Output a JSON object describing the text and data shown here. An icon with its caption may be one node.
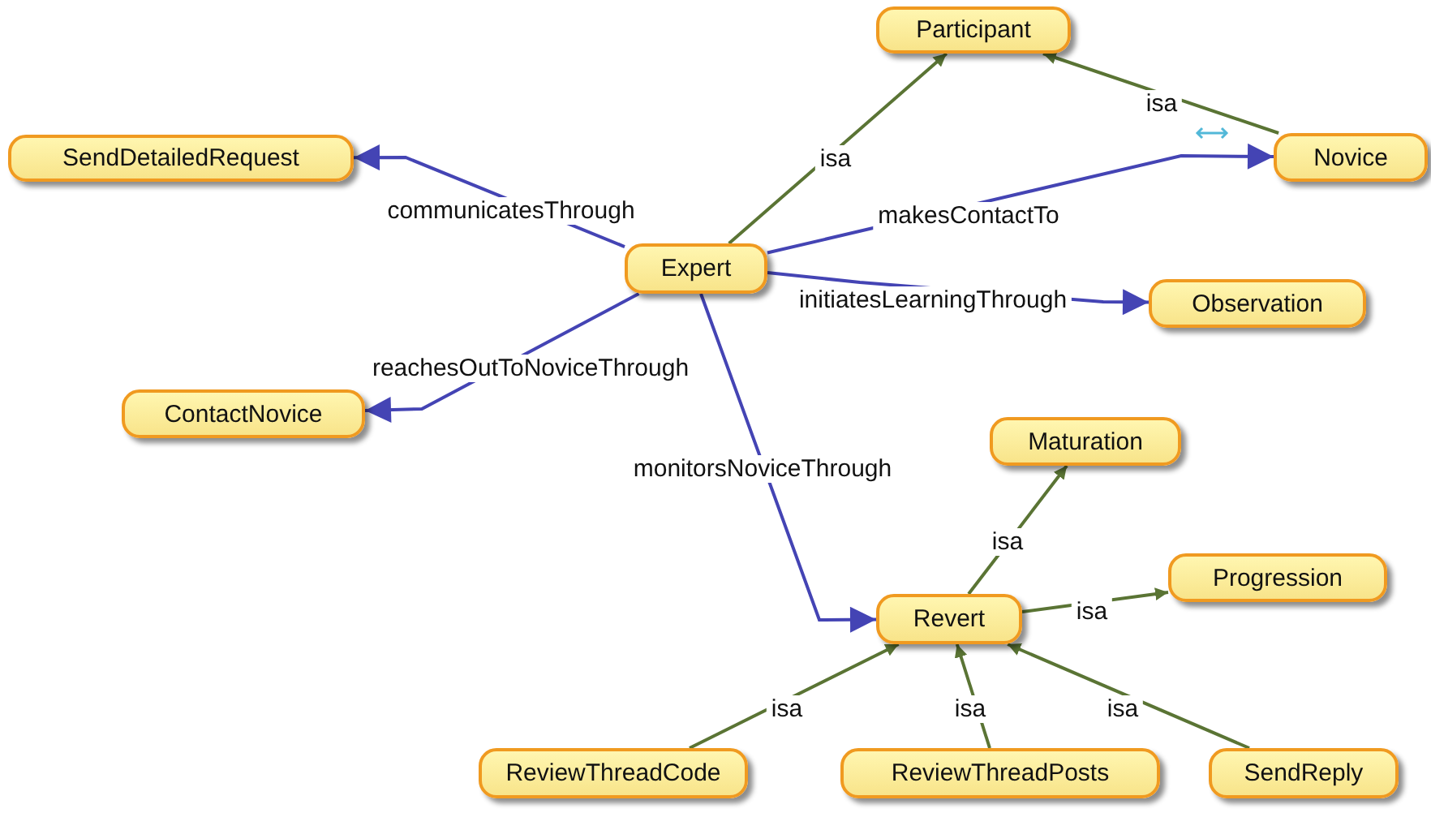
{
  "diagram": {
    "nodes": [
      {
        "text": [
          "Participant"
        ]
      },
      {
        "text": [
          "SendDetailedRequest"
        ]
      },
      {
        "text": [
          "Novice"
        ]
      },
      {
        "text": [
          "Expert"
        ]
      },
      {
        "text": [
          "Observation"
        ]
      },
      {
        "text": [
          "ContactNovice"
        ]
      },
      {
        "text": [
          "Maturation"
        ]
      },
      {
        "text": [
          "Progression"
        ]
      },
      {
        "text": [
          "Revert"
        ]
      },
      {
        "text": [
          "ReviewThreadCode"
        ]
      },
      {
        "text": [
          "ReviewThreadPosts"
        ]
      },
      {
        "text": [
          "SendReply"
        ]
      }
    ],
    "edges": [
      {
        "from": 3,
        "to": 0,
        "arrow": "to",
        "label": "isa"
      },
      {
        "from": 2,
        "to": 0,
        "arrow": "to",
        "label": "isa"
      },
      {
        "from": 3,
        "to": 1,
        "arrow": "to",
        "label": "communicatesThrough",
        "color": "#4444b4"
      },
      {
        "from": 3,
        "to": 2,
        "arrow": "to",
        "label": "makesContactTo",
        "color": "#4444b4"
      },
      {
        "from": 3,
        "to": 4,
        "arrow": "to",
        "label": "initiatesLearningThrough",
        "color": "#4444b4"
      },
      {
        "from": 3,
        "to": 5,
        "arrow": "to",
        "label": "reachesOutToNoviceThrough",
        "color": "#4444b4"
      },
      {
        "from": 3,
        "to": 8,
        "arrow": "to",
        "label": "monitorsNoviceThrough",
        "color": "#4444b4"
      },
      {
        "from": 8,
        "to": 6,
        "arrow": "to",
        "label": "isa"
      },
      {
        "from": 8,
        "to": 7,
        "arrow": "to",
        "label": "isa"
      },
      {
        "from": 9,
        "to": 8,
        "arrow": "to",
        "label": "isa"
      },
      {
        "from": 10,
        "to": 8,
        "arrow": "to",
        "label": "isa"
      },
      {
        "from": 11,
        "to": 8,
        "arrow": "to",
        "label": "isa"
      }
    ]
  }
}
